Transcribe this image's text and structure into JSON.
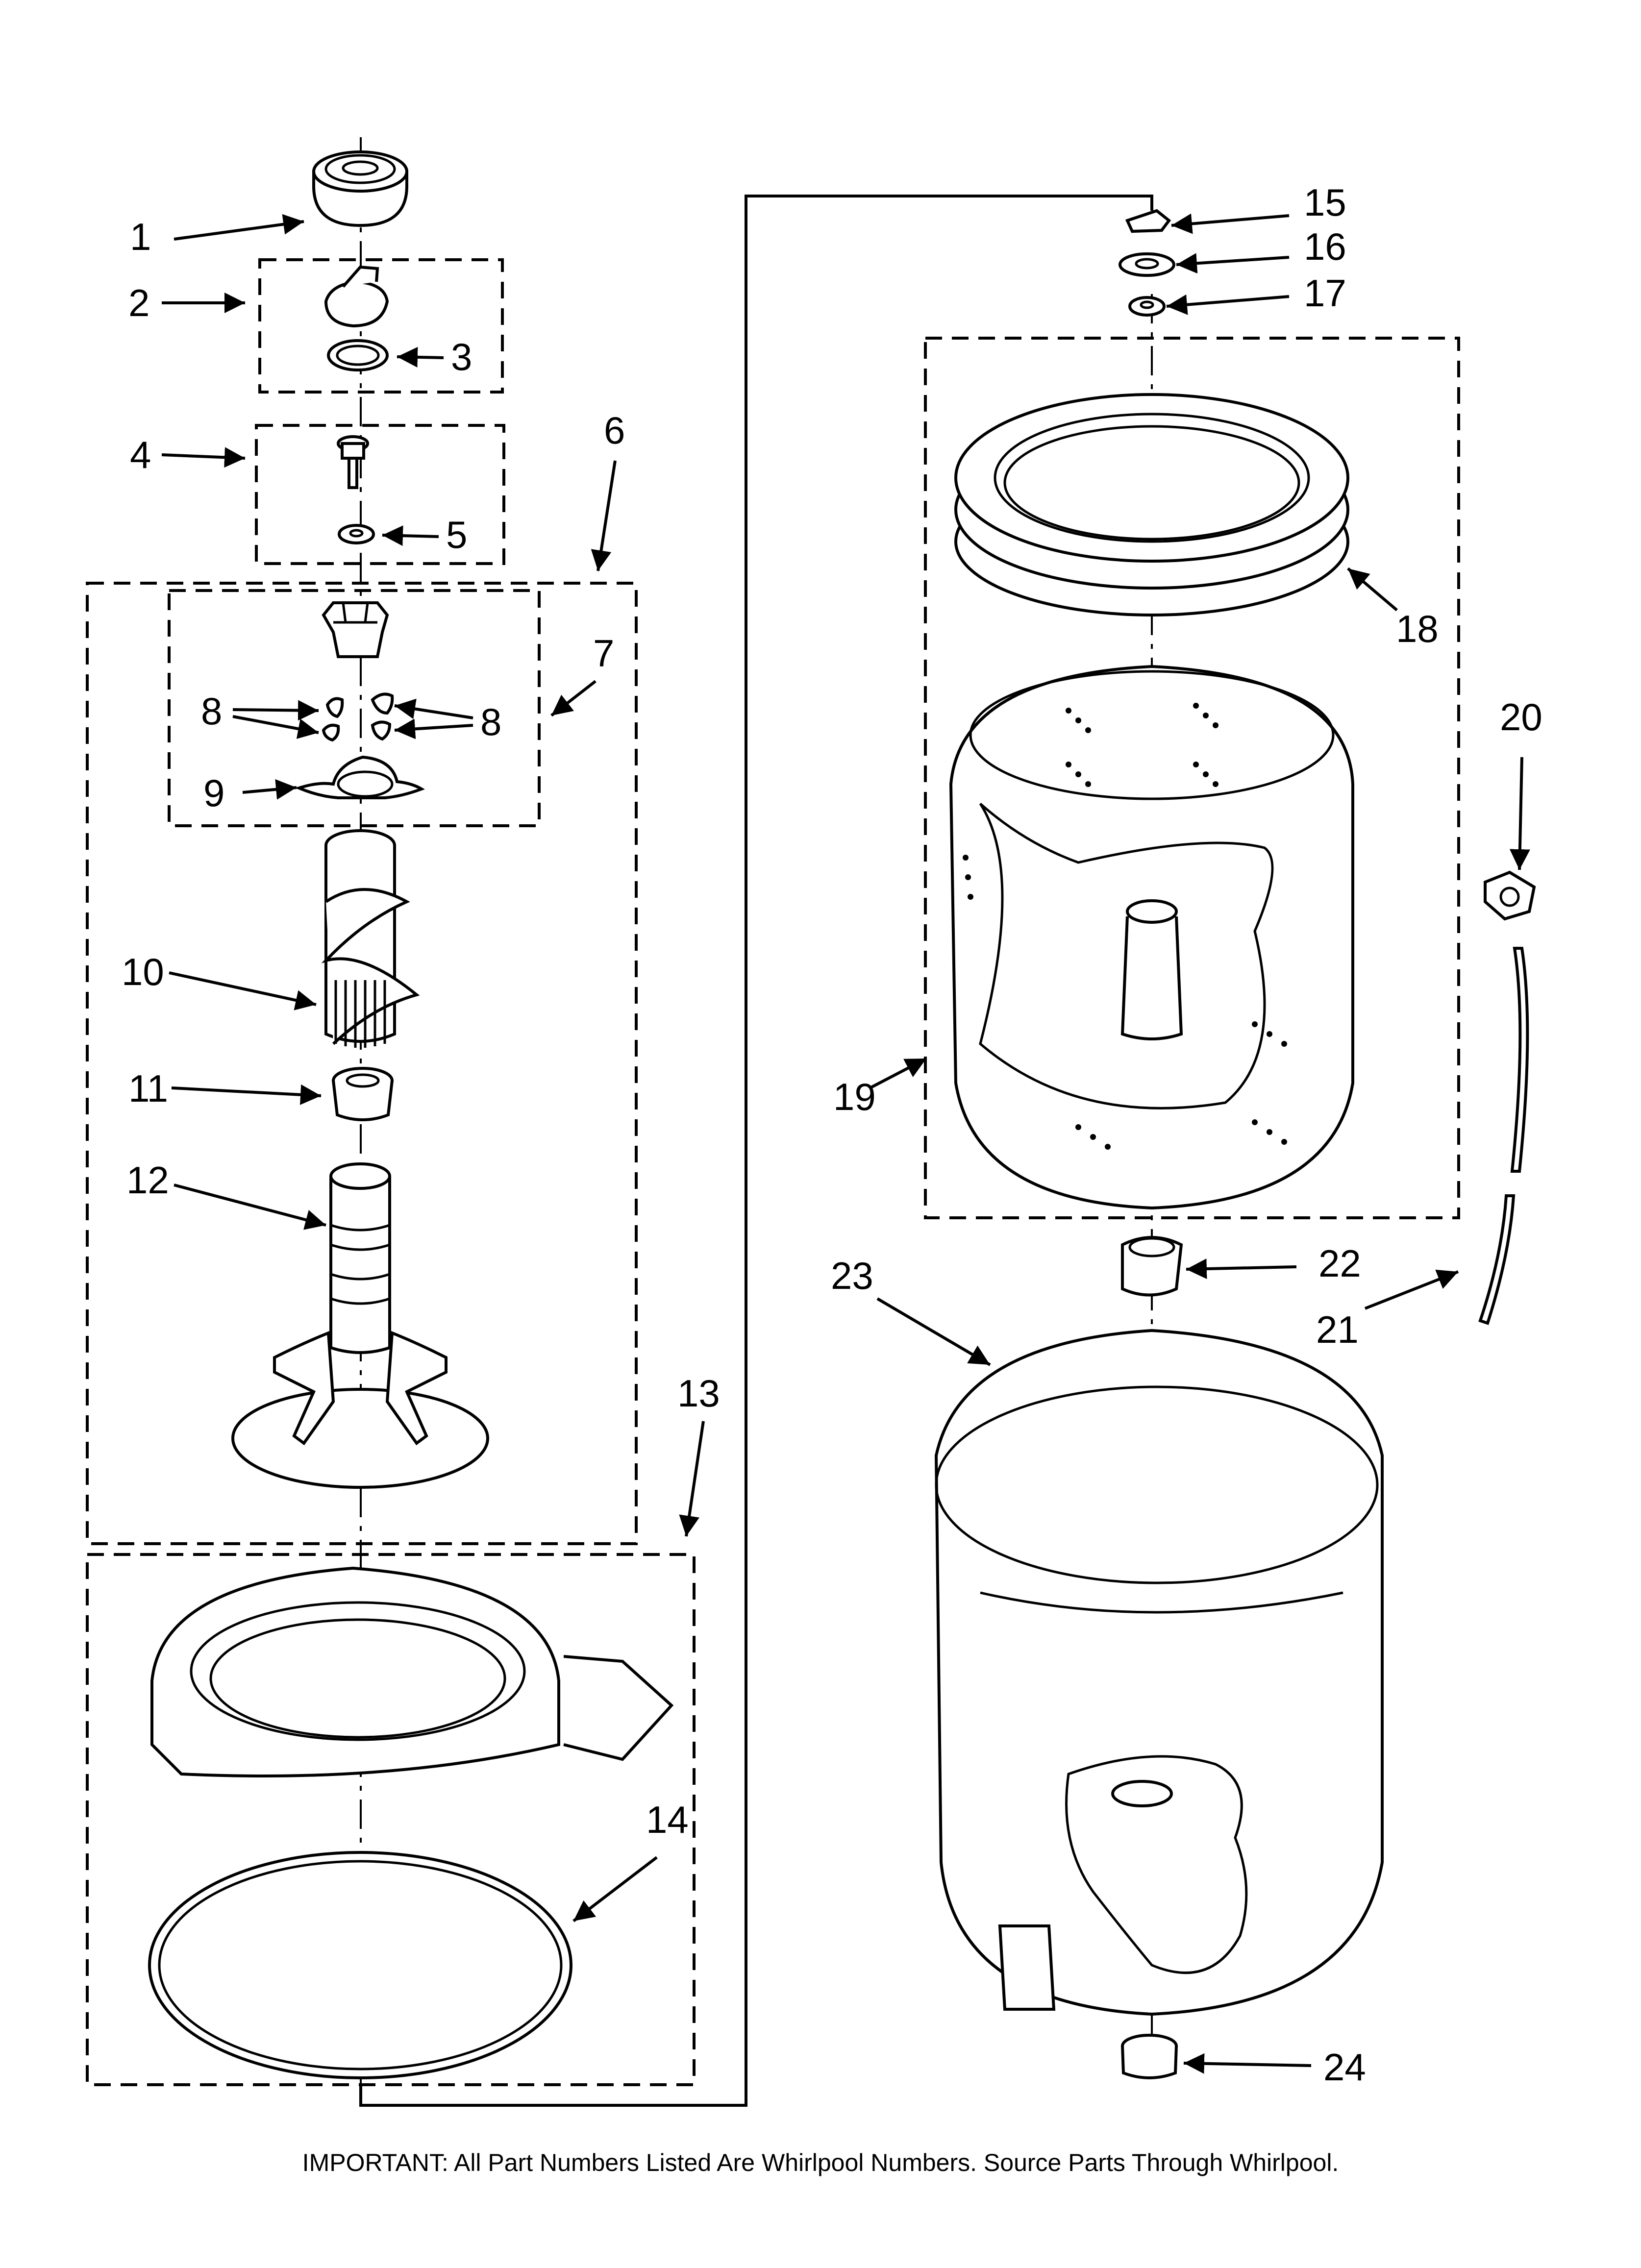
{
  "callouts": [
    {
      "num": "1"
    },
    {
      "num": "2"
    },
    {
      "num": "3"
    },
    {
      "num": "4"
    },
    {
      "num": "5"
    },
    {
      "num": "6"
    },
    {
      "num": "7"
    },
    {
      "num": "8"
    },
    {
      "num": "8"
    },
    {
      "num": "9"
    },
    {
      "num": "10"
    },
    {
      "num": "11"
    },
    {
      "num": "12"
    },
    {
      "num": "13"
    },
    {
      "num": "14"
    },
    {
      "num": "15"
    },
    {
      "num": "16"
    },
    {
      "num": "17"
    },
    {
      "num": "18"
    },
    {
      "num": "19"
    },
    {
      "num": "20"
    },
    {
      "num": "21"
    },
    {
      "num": "22"
    },
    {
      "num": "23"
    },
    {
      "num": "24"
    }
  ],
  "footer": {
    "note": "IMPORTANT: All Part Numbers Listed Are Whirlpool Numbers. Source Parts Through Whirlpool."
  }
}
